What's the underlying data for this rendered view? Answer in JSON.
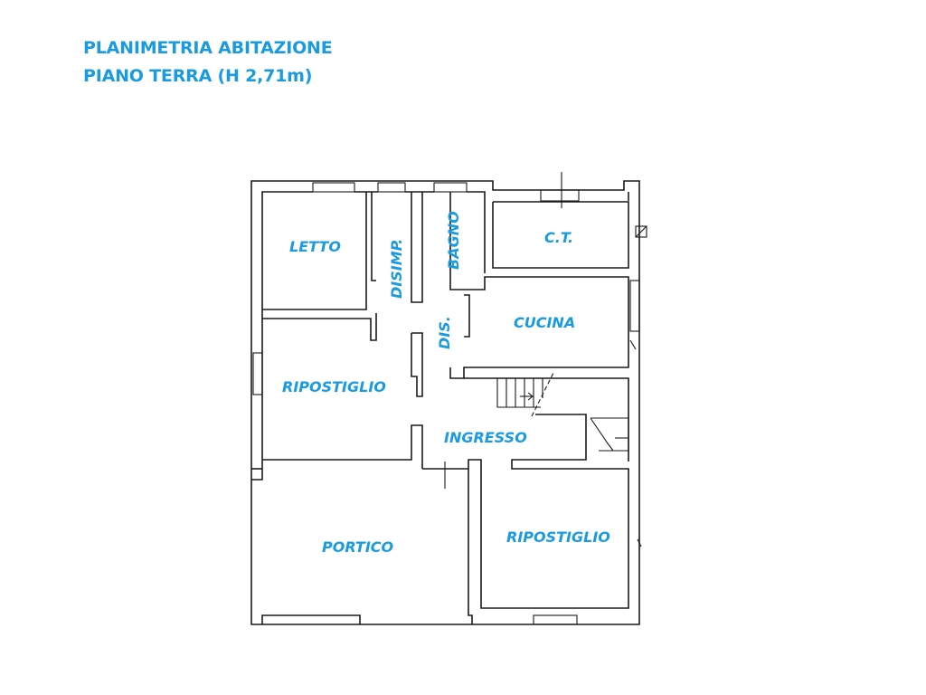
{
  "title": {
    "line1": "PLANIMETRIA ABITAZIONE",
    "line2": "PIANO TERRA (H 2,71m)"
  },
  "rooms": {
    "letto": "LETTO",
    "disimp": "DISIMP.",
    "bagno": "BAGNO",
    "ct": "C.T.",
    "dis": "DIS.",
    "cucina": "CUCINA",
    "ripostiglio_left": "RIPOSTIGLIO",
    "ingresso": "INGRESSO",
    "portico": "PORTICO",
    "ripostiglio_right": "RIPOSTIGLIO"
  },
  "colors": {
    "label": "#1a9be0",
    "wall": "#1a1a1a",
    "background": "#ffffff"
  }
}
